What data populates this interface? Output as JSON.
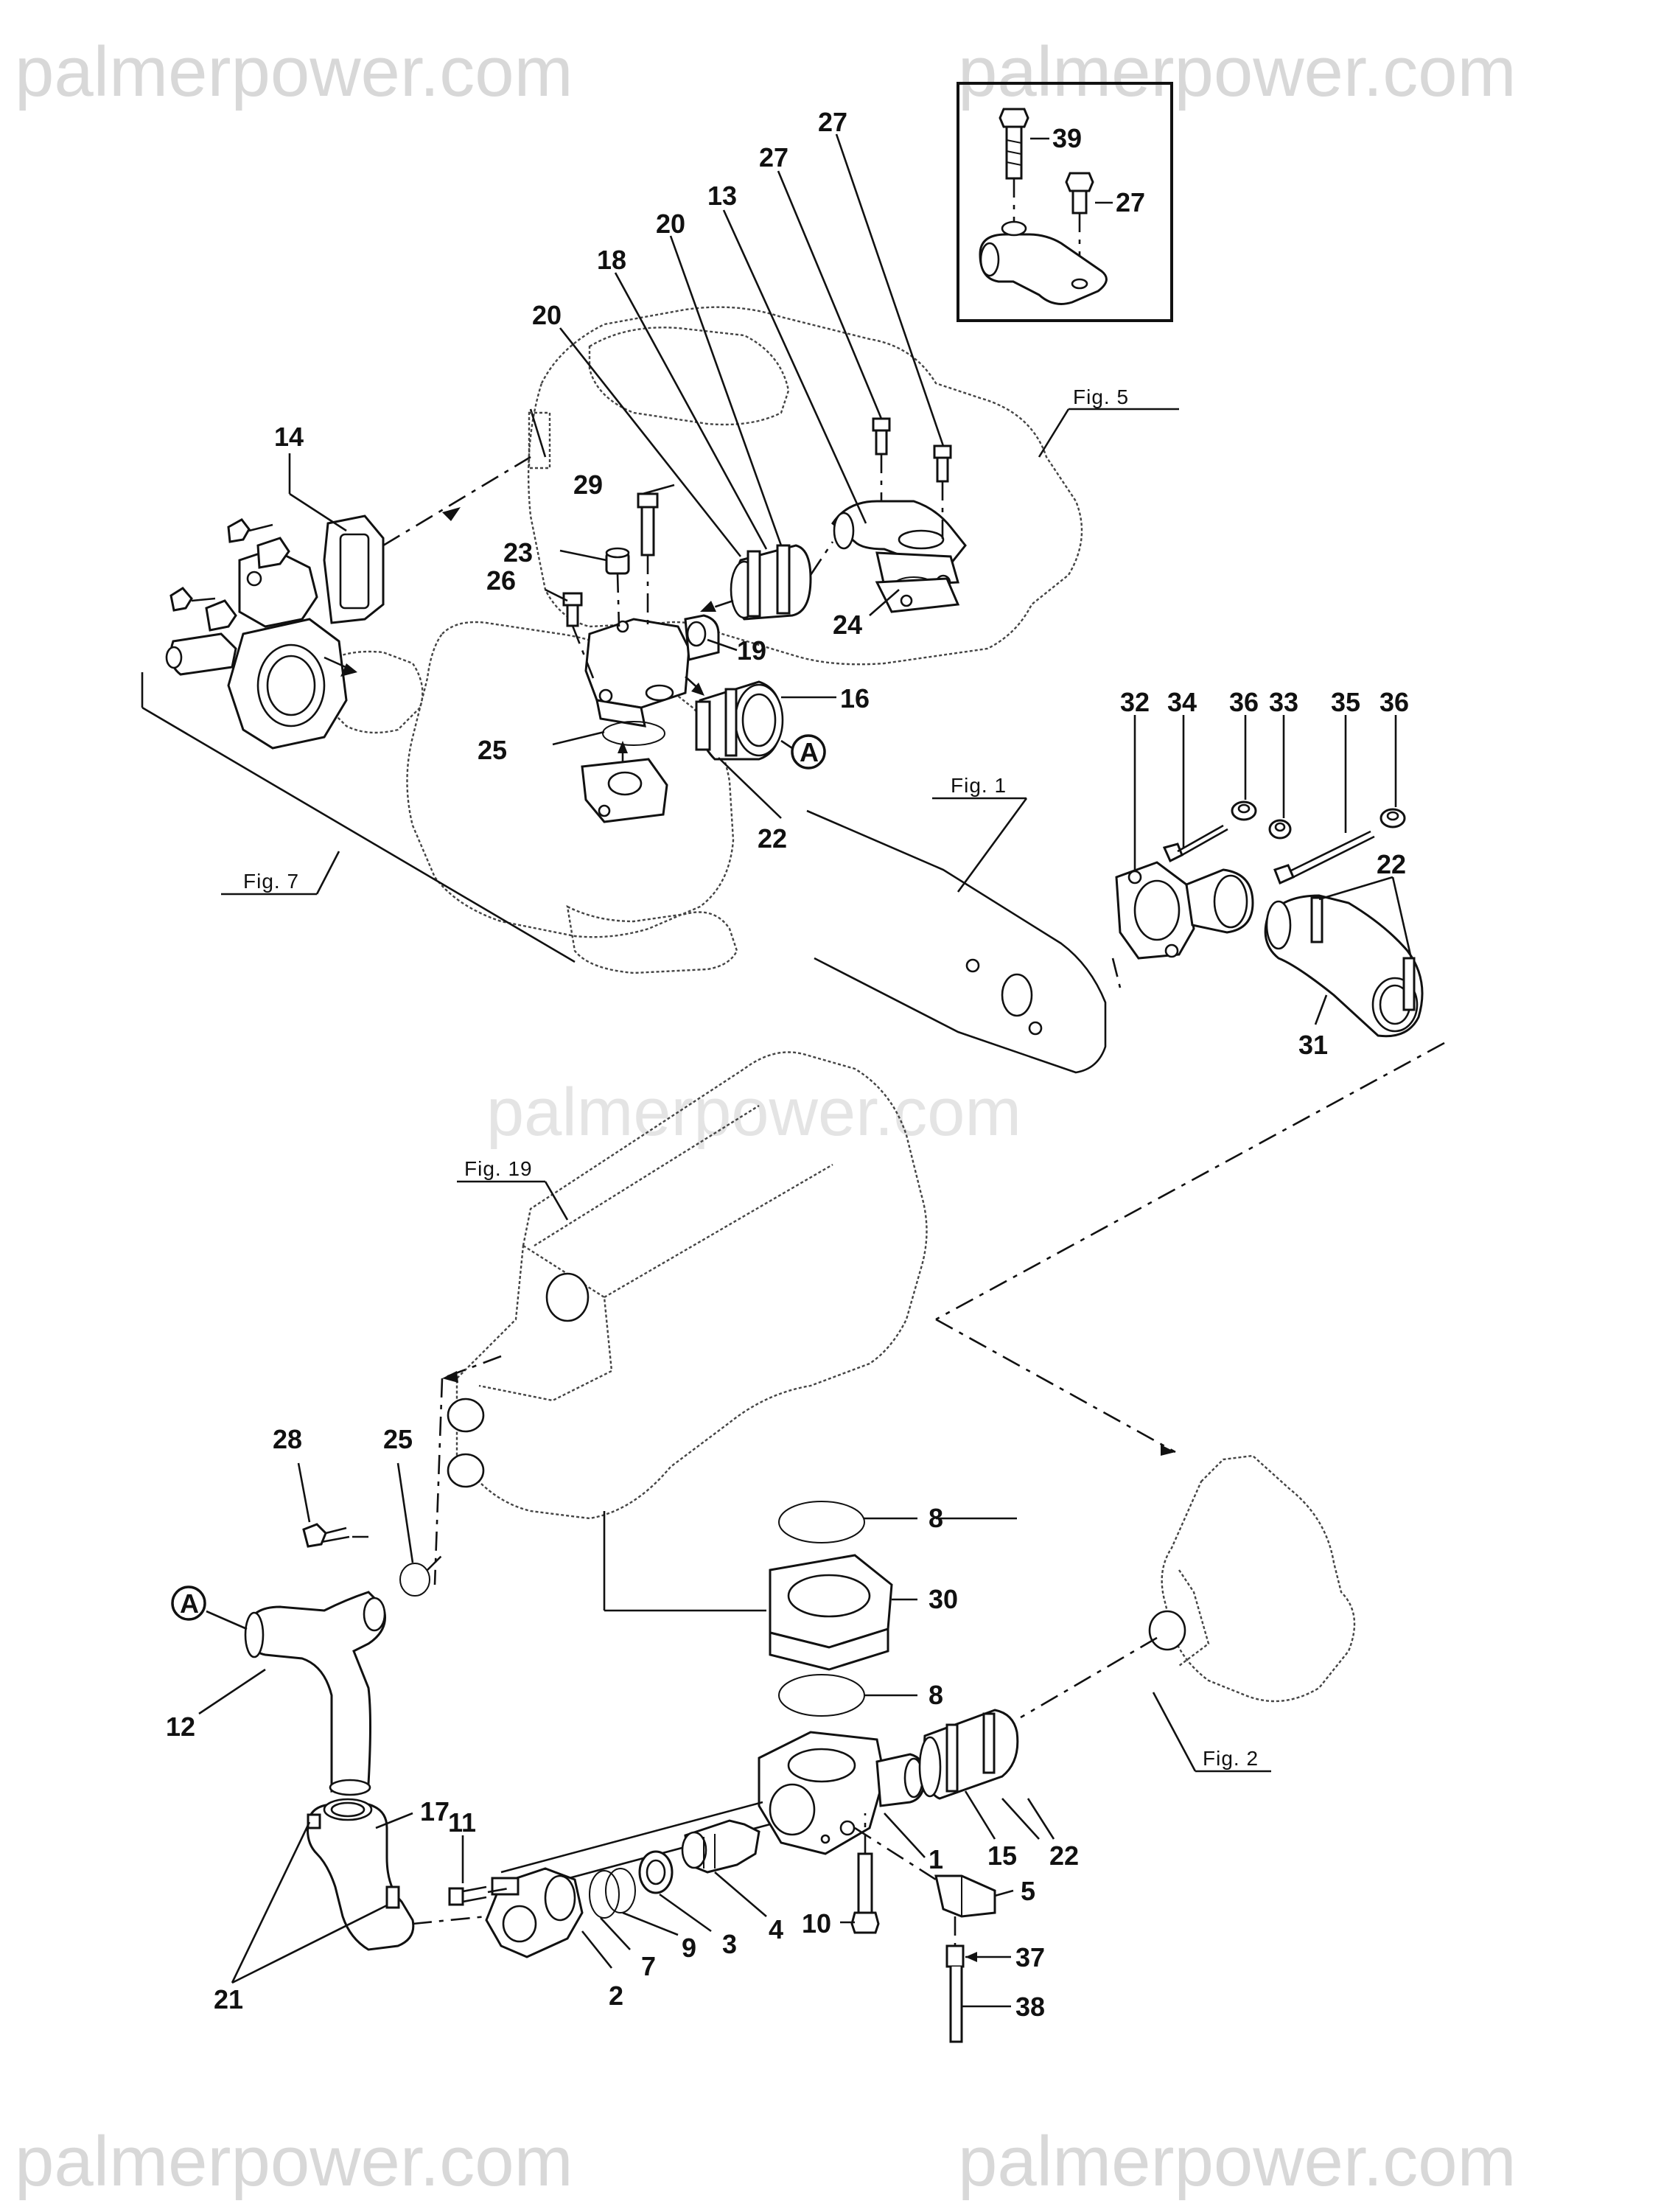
{
  "watermarks": {
    "top_left": "palmerpower.com",
    "top_right": "palmerpower.com",
    "middle": "palmerpower.com",
    "bottom_left": "palmerpower.com",
    "bottom_right": "palmerpower.com"
  },
  "figure_refs": {
    "fig5": "Fig. 5",
    "fig7": "Fig. 7",
    "fig1": "Fig. 1",
    "fig19": "Fig. 19",
    "fig2": "Fig. 2"
  },
  "callouts": {
    "c39": "39",
    "c27_inset": "27",
    "c27_a": "27",
    "c27_b": "27",
    "c13": "13",
    "c20_a": "20",
    "c20_b": "20",
    "c18": "18",
    "c14": "14",
    "c29": "29",
    "c23": "23",
    "c26": "26",
    "c19": "19",
    "c16": "16",
    "c25_top": "25",
    "c22_top": "22",
    "c24": "24",
    "c32": "32",
    "c34": "34",
    "c36_a": "36",
    "c33": "33",
    "c35": "35",
    "c36_b": "36",
    "c22_right": "22",
    "c31": "31",
    "c28": "28",
    "c25_bottom": "25",
    "c8_a": "8",
    "c30": "30",
    "c8_b": "8",
    "c12": "12",
    "c17": "17",
    "c11": "11",
    "c21": "21",
    "c1": "1",
    "c15": "15",
    "c22_bottom": "22",
    "c5": "5",
    "c4": "4",
    "c3": "3",
    "c9": "9",
    "c7": "7",
    "c2": "2",
    "c10": "10",
    "c37": "37",
    "c38": "38"
  },
  "connection_markers": {
    "a_upper": "A",
    "a_lower": "A"
  }
}
